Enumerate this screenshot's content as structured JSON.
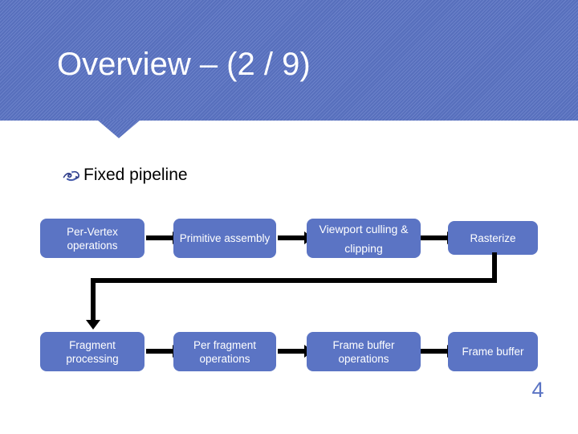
{
  "slide": {
    "title": "Overview – (2 / 9)",
    "bullet": {
      "icon": "swirl-arrow-bullet-icon",
      "text": "Fixed pipeline"
    },
    "page_number": "4",
    "colors": {
      "header_blue": "#5b74c4",
      "box_blue": "#5b74c4",
      "box_text": "#ffffff",
      "arrow": "#000000",
      "page_number": "#5b74c4",
      "background": "#ffffff"
    }
  },
  "diagram": {
    "row1": [
      {
        "label": "Per-Vertex operations"
      },
      {
        "label": "Primitive assembly"
      },
      {
        "label": "Viewport culling & clipping"
      },
      {
        "label": "Rasterize"
      }
    ],
    "row2": [
      {
        "label": "Fragment processing"
      },
      {
        "label": "Per fragment operations"
      },
      {
        "label": "Frame buffer operations"
      },
      {
        "label": "Frame buffer"
      }
    ],
    "connectors": [
      {
        "name": "arrow-vertex-to-primitive"
      },
      {
        "name": "arrow-primitive-to-viewport"
      },
      {
        "name": "arrow-viewport-to-rasterize"
      },
      {
        "name": "elbow-rasterize-to-fragment-processing"
      },
      {
        "name": "arrow-fragment-processing-to-per-fragment"
      },
      {
        "name": "arrow-per-fragment-to-framebuffer-ops"
      },
      {
        "name": "arrow-framebuffer-ops-to-framebuffer"
      }
    ]
  }
}
